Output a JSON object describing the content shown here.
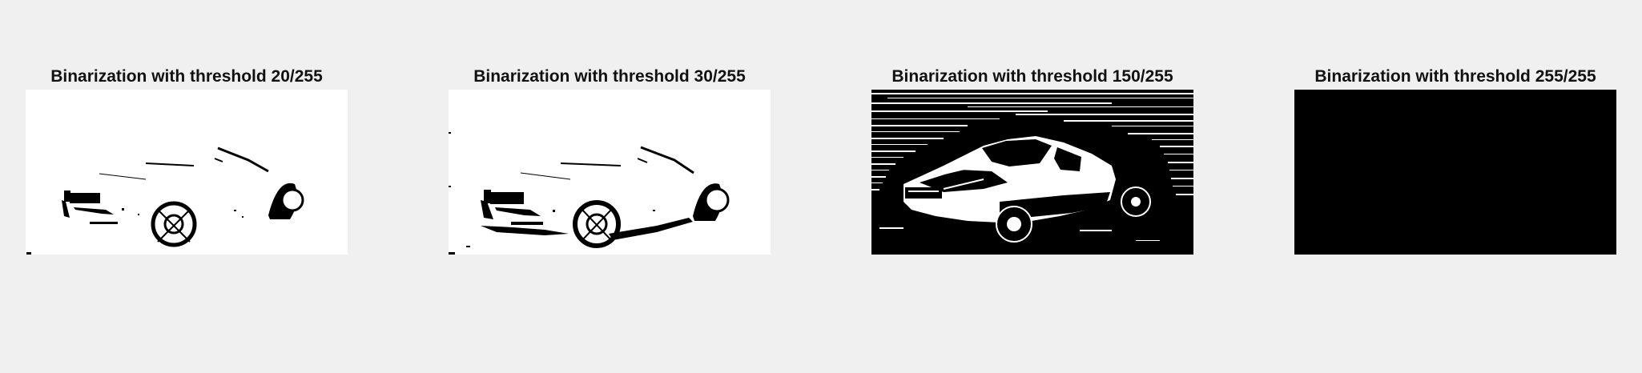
{
  "figure": {
    "background": "#f0f0f0",
    "panels": [
      {
        "title": "Binarization with threshold 20/255",
        "threshold": 20,
        "mode": "mostly-white",
        "background": "#ffffff",
        "foreground": "#000000"
      },
      {
        "title": "Binarization with threshold 30/255",
        "threshold": 30,
        "mode": "mostly-white-more-detail",
        "background": "#ffffff",
        "foreground": "#000000"
      },
      {
        "title": "Binarization with threshold 150/255",
        "threshold": 150,
        "mode": "mixed-stripes",
        "background": "#000000",
        "foreground": "#ffffff"
      },
      {
        "title": "Binarization with threshold 255/255",
        "threshold": 255,
        "mode": "all-black",
        "background": "#000000",
        "foreground": "#000000"
      }
    ]
  }
}
